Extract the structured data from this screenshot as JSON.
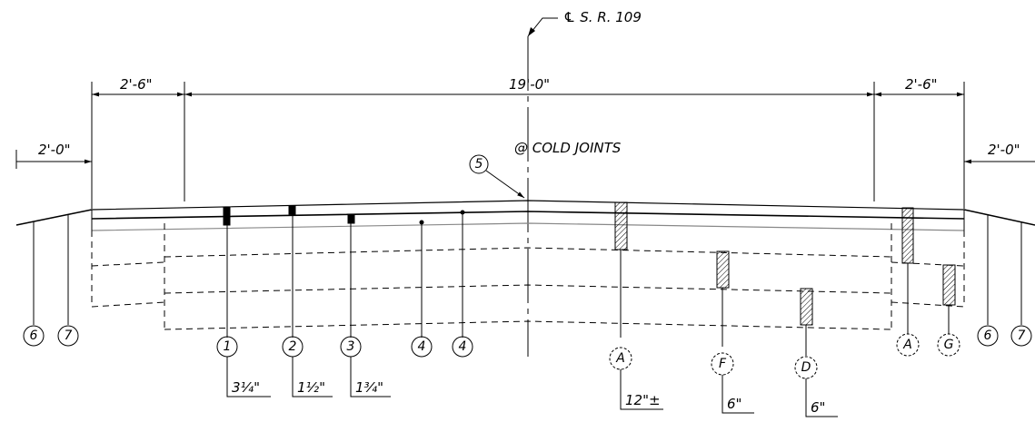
{
  "centerline_label": "℄ S. R. 109",
  "dimensions": {
    "left_outer": "2'-0\"",
    "left_inner": "2'-6\"",
    "center": "19'-0\"",
    "right_inner": "2'-6\"",
    "right_outer": "2'-0\""
  },
  "note_callout": {
    "number": "5",
    "text": "@ COLD JOINTS"
  },
  "solid_callouts": [
    "6",
    "7",
    "1",
    "2",
    "3",
    "4",
    "4",
    "6",
    "7"
  ],
  "depth_labels": {
    "d1": "3¹⁄₄\"",
    "d2": "1¹⁄₂\"",
    "d3": "1³⁄₄\""
  },
  "core_callouts": [
    "A",
    "F",
    "D",
    "A",
    "G"
  ],
  "core_depths": {
    "a": "12\"±",
    "f": "6\"",
    "d": "6\""
  }
}
